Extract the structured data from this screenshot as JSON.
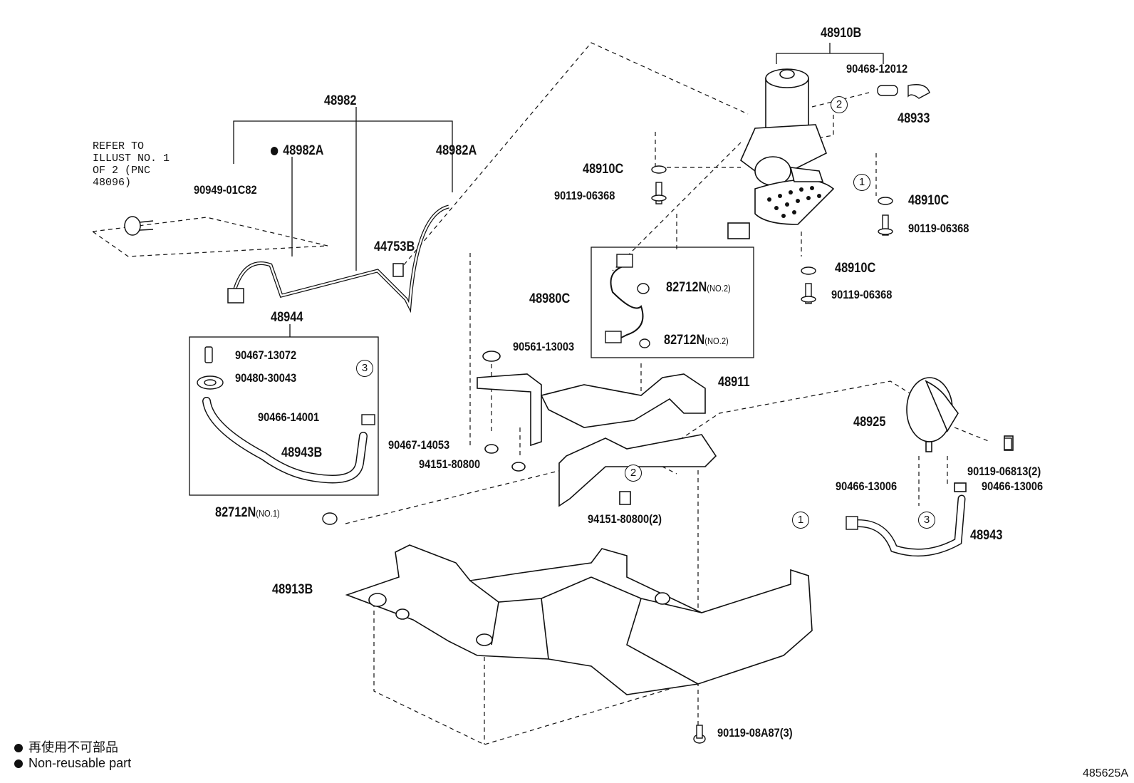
{
  "diagram": {
    "labels": {
      "p48910b": "48910B",
      "p90468_12012": "90468-12012",
      "p48933": "48933",
      "p48910c_a": "48910C",
      "p90119_06368_a": "90119-06368",
      "p48910c_b": "48910C",
      "p90119_06368_b": "90119-06368",
      "p48910c_c": "48910C",
      "p90119_06368_c": "90119-06368",
      "p48982": "48982",
      "p48982a_left": "48982A",
      "p48982a_right": "48982A",
      "p90949_01c82": "90949-01C82",
      "p44753b": "44753B",
      "p48980c": "48980C",
      "p82712n_a": "82712N",
      "p82712n_b": "82712N",
      "p82712n_c": "82712N",
      "p48944": "48944",
      "p90467_13072": "90467-13072",
      "p90480_30043": "90480-30043",
      "p90466_14001": "90466-14001",
      "p48943b": "48943B",
      "p90561_13003": "90561-13003",
      "p48911": "48911",
      "p90467_14053": "90467-14053",
      "p94151_80800": "94151-80800",
      "p94151_80800_2": "94151-80800(2)",
      "p48925": "48925",
      "p90119_06813_2": "90119-06813(2)",
      "p90466_13006_a": "90466-13006",
      "p90466_13006_b": "90466-13006",
      "p48943": "48943",
      "p48913b": "48913B",
      "p90119_08a87_3": "90119-08A87(3)"
    },
    "sublabels": {
      "no2_a": "(NO.2)",
      "no2_b": "(NO.2)",
      "no1": "(NO.1)"
    },
    "refer_note": "REFER TO ILLUST NO. 1 OF 2 (PNC 48096)",
    "circled": {
      "c1a": "1",
      "c1b": "1",
      "c2a": "2",
      "c2b": "2",
      "c3a": "3",
      "c3b": "3"
    },
    "legend": {
      "japanese": "再使用不可部品",
      "english": "Non-reusable part"
    },
    "illustration_id": "485625A"
  }
}
